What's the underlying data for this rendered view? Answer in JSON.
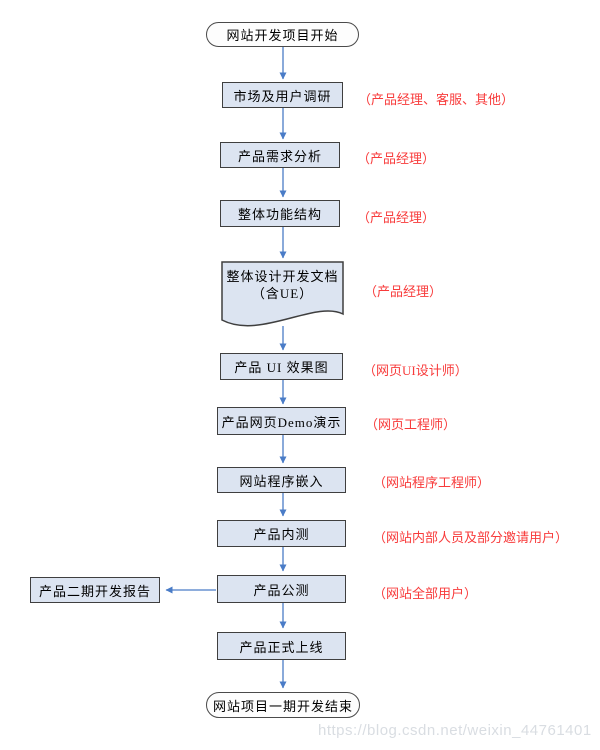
{
  "flowchart": {
    "start": {
      "label": "网站开发项目开始"
    },
    "steps": [
      {
        "label": "市场及用户调研",
        "annotation": "（产品经理、客服、其他）"
      },
      {
        "label": "产品需求分析",
        "annotation": "（产品经理）"
      },
      {
        "label": "整体功能结构",
        "annotation": "（产品经理）"
      },
      {
        "label": "整体设计开发文档",
        "label2": "（含UE）",
        "annotation": "（产品经理）",
        "shape": "document"
      },
      {
        "label": "产品 UI 效果图",
        "annotation": "（网页UI设计师）"
      },
      {
        "label": "产品网页Demo演示",
        "annotation": "（网页工程师）"
      },
      {
        "label": "网站程序嵌入",
        "annotation": "（网站程序工程师）"
      },
      {
        "label": "产品内测",
        "annotation": "（网站内部人员及部分邀请用户）"
      },
      {
        "label": "产品公测",
        "annotation": "（网站全部用户）"
      },
      {
        "label": "产品正式上线"
      }
    ],
    "side_box": {
      "label": "产品二期开发报告"
    },
    "end": {
      "label": "网站项目一期开发结束"
    }
  },
  "colors": {
    "box_fill": "#dce4f1",
    "box_border": "#3f3f3f",
    "arrow": "#4a7cc7",
    "annotation_red": "#f83b3b",
    "watermark_gray": "#d9dde2"
  },
  "watermark": {
    "text": "https://blog.csdn.net/weixin_44761401"
  }
}
